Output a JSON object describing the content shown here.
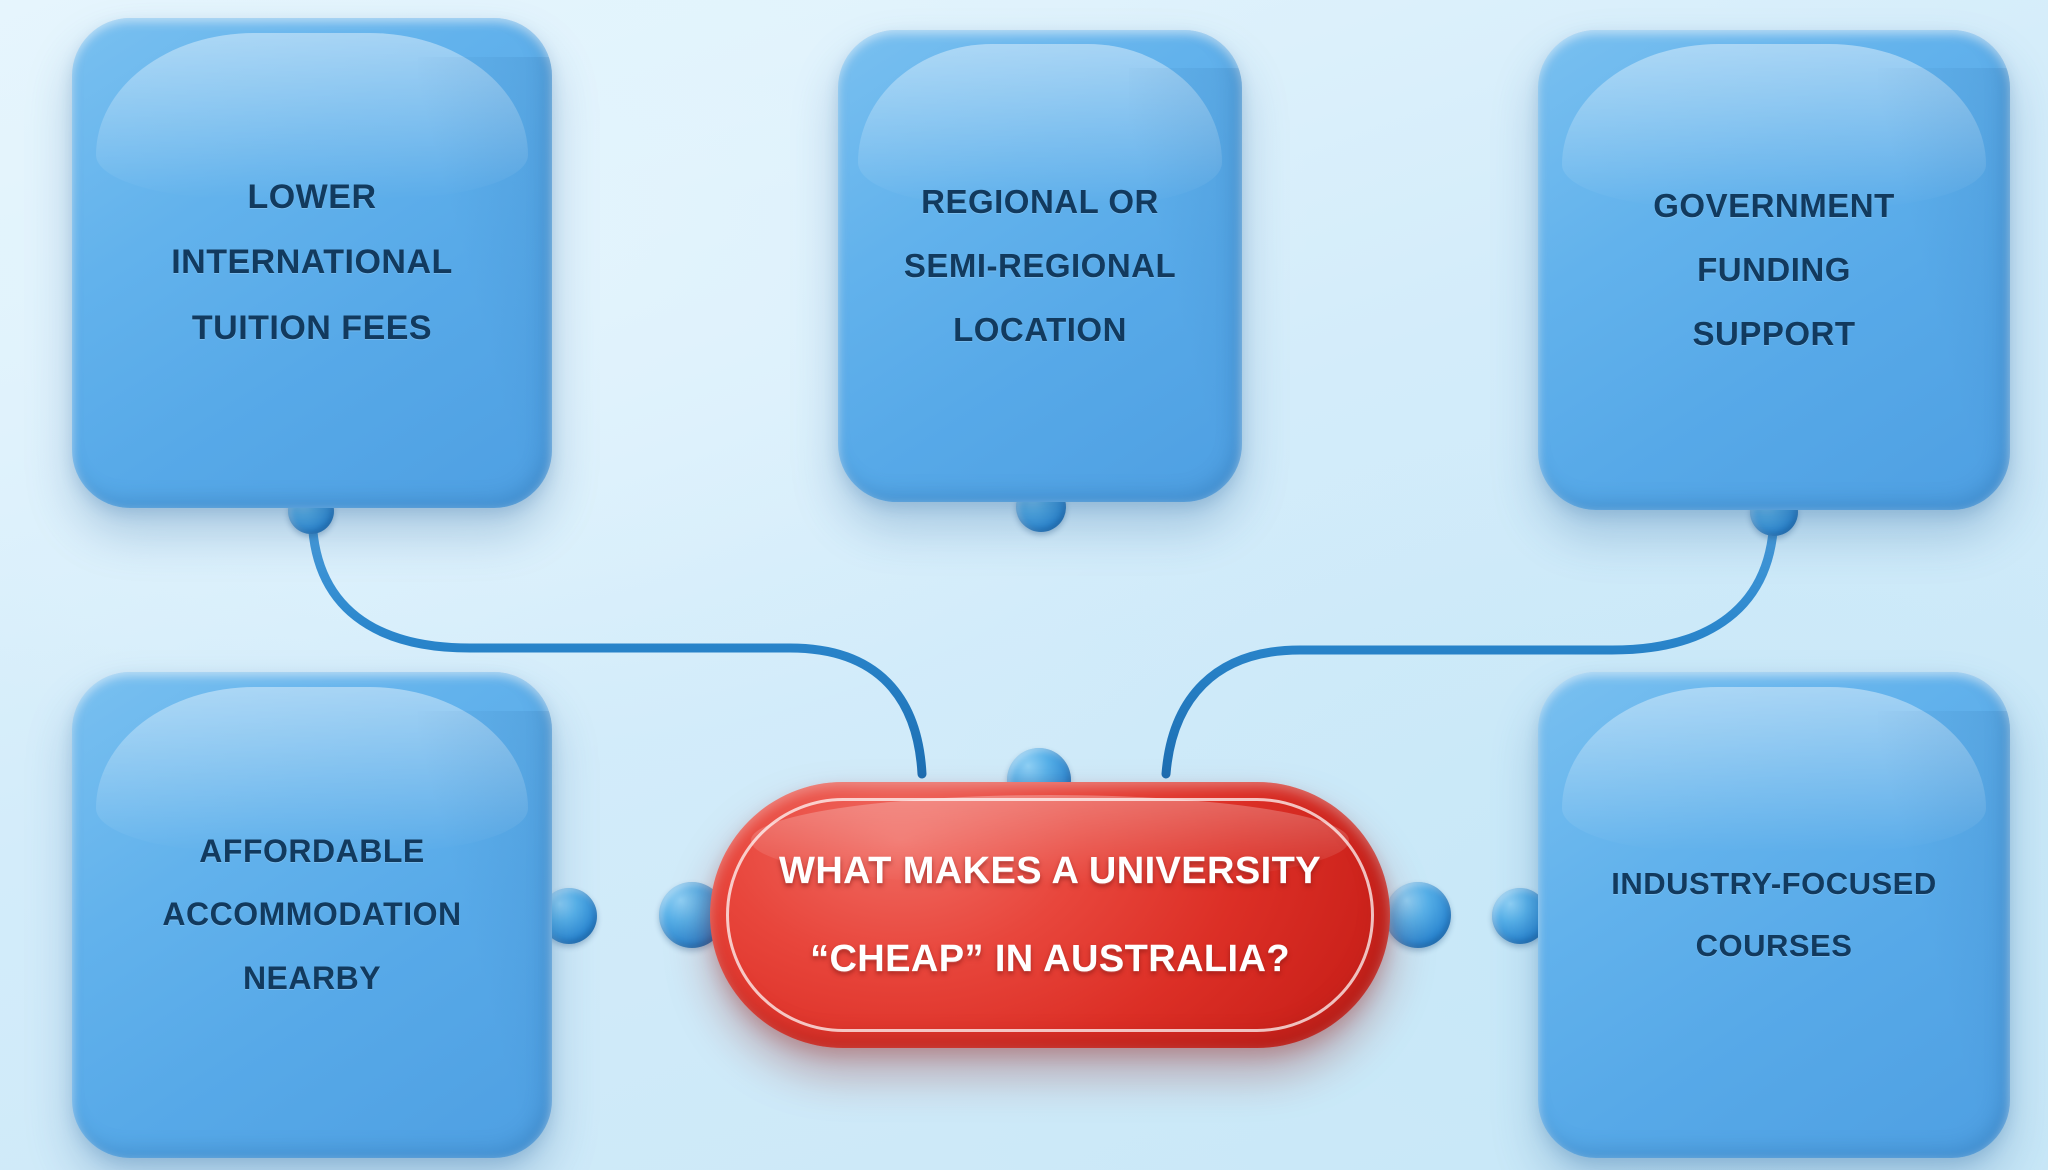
{
  "diagram": {
    "title_node": {
      "line1": "WHAT MAKES A UNIVERSITY",
      "line2": "“CHEAP” IN AUSTRALIA?",
      "color": "#e03029",
      "shape": "capsule"
    },
    "node_color": "#57a9e8",
    "link_color": "#2a86cc",
    "background_color": "#d9eefb",
    "nodes": [
      {
        "id": "lower-international-tuition-fees",
        "position": "top-left",
        "lines": [
          "LOWER",
          "INTERNATIONAL",
          "TUITION FEES"
        ]
      },
      {
        "id": "regional-or-semi-regional-location",
        "position": "top-center",
        "lines": [
          "REGIONAL OR",
          "SEMI-REGIONAL",
          "LOCATION"
        ]
      },
      {
        "id": "government-funding-support",
        "position": "top-right",
        "lines": [
          "GOVERNMENT",
          "FUNDING",
          "SUPPORT"
        ]
      },
      {
        "id": "affordable-accommodation-nearby",
        "position": "bottom-left",
        "lines": [
          "AFFORDABLE",
          "ACCOMMODATION",
          "NEARBY"
        ]
      },
      {
        "id": "industry-focused-courses",
        "position": "bottom-right",
        "lines": [
          "INDUSTRY-FOCUSED",
          "COURSES"
        ]
      }
    ],
    "edges": [
      {
        "from": "lower-international-tuition-fees",
        "to": "title_node"
      },
      {
        "from": "regional-or-semi-regional-location",
        "to": "title_node"
      },
      {
        "from": "government-funding-support",
        "to": "title_node"
      },
      {
        "from": "affordable-accommodation-nearby",
        "to": "title_node"
      },
      {
        "from": "industry-focused-courses",
        "to": "title_node"
      }
    ]
  }
}
